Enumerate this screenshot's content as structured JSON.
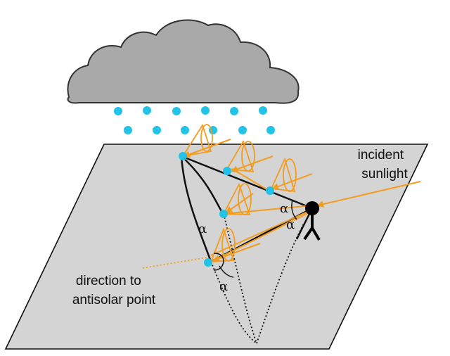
{
  "labels": {
    "incident": [
      "incident",
      "sunlight"
    ],
    "antisolar": [
      "direction to",
      "antisolar point"
    ],
    "alpha": "α"
  },
  "colors": {
    "plane": "#d4d4d4",
    "cloud": "#a9a9a9",
    "raindrop": "#22c3e6",
    "light_ray": "#f39c1f",
    "observer": "#000000",
    "outline": "#111111"
  },
  "icons": {
    "observer": "stick-figure-icon",
    "cloud": "cloud-icon",
    "raindrop": "raindrop-icon",
    "light_cone": "cone-icon"
  }
}
